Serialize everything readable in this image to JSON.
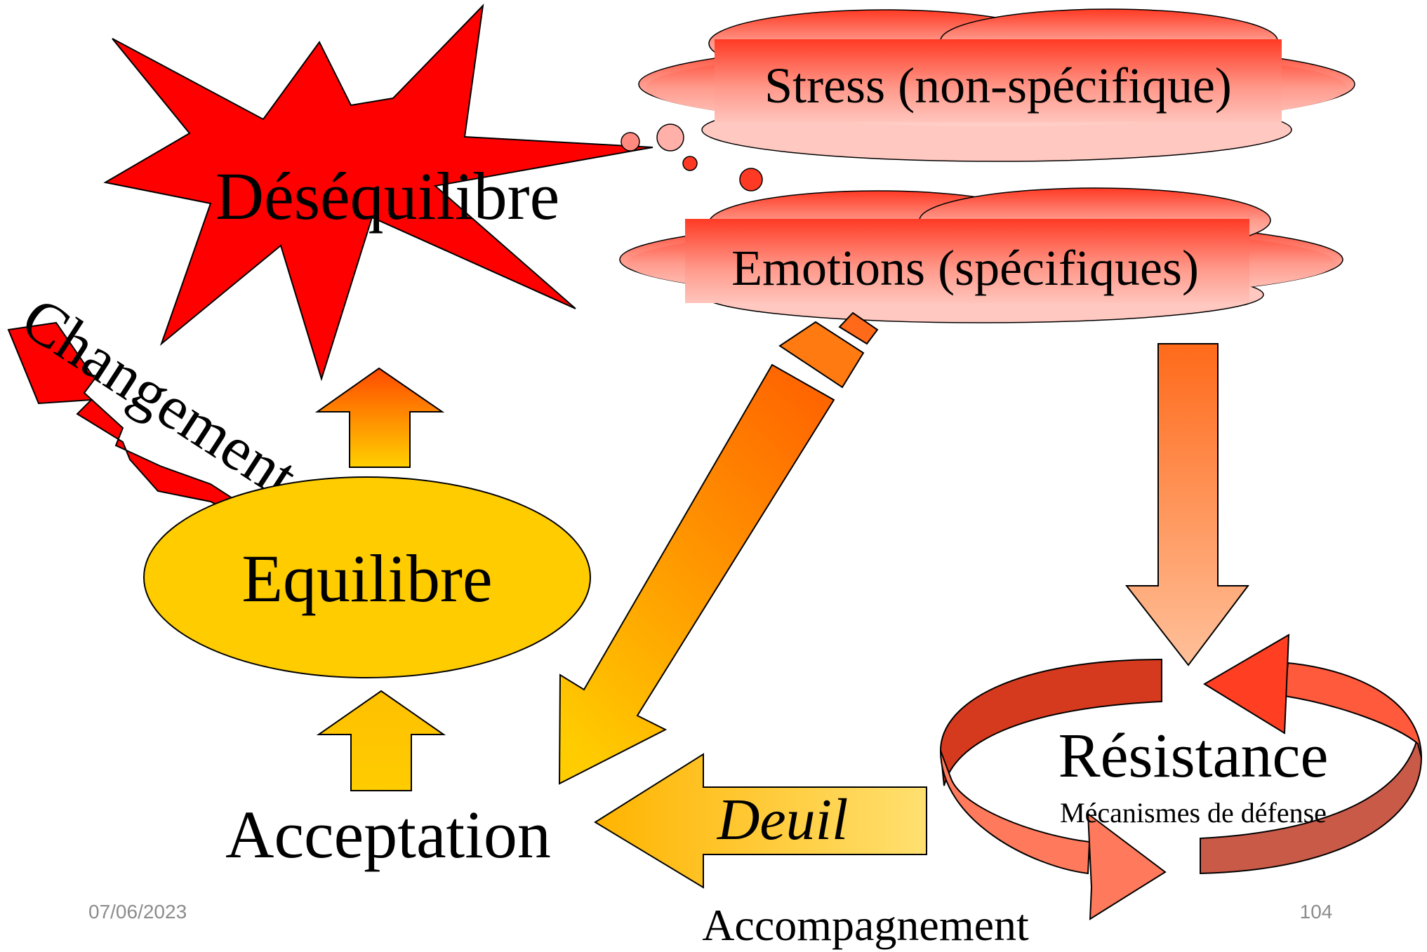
{
  "slide": {
    "labels": {
      "desequilibre": "Déséquilibre",
      "changement": "Changement",
      "equilibre": "Equilibre",
      "acceptation": "Acceptation",
      "deuil": "Deuil",
      "resistance": "Résistance",
      "mecanismes": "Mécanismes de défense",
      "accompagnement": "Accompagnement",
      "stress": "Stress (non-spécifique)",
      "emotions": "Emotions (spécifiques)"
    },
    "footer": {
      "date": "07/06/2023",
      "page_number": "104"
    },
    "colors": {
      "burst": "#ff0000",
      "ellipse": "#ffcc00",
      "arrow_orange": "#ff6600",
      "arrow_yellow": "#ffcc00",
      "cloud_light": "#ffc8c0",
      "cloud_dark": "#ff3020",
      "cycle_red": "#d63a1e",
      "cycle_salmon": "#ff7a5c"
    }
  }
}
